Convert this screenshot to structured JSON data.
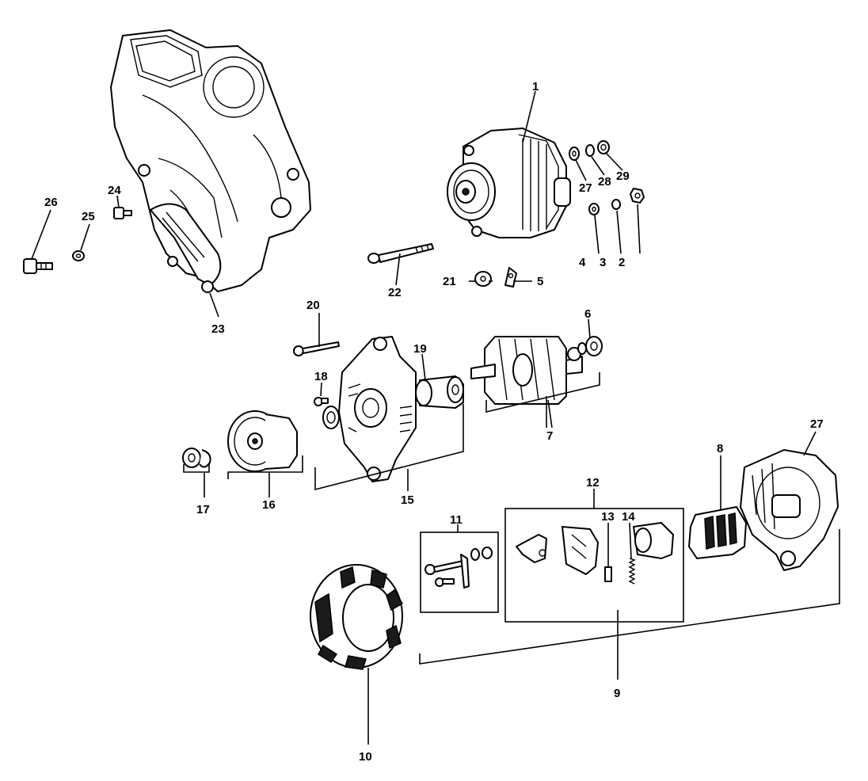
{
  "callouts": {
    "c1": "1",
    "c2": "2",
    "c3": "3",
    "c4": "4",
    "c5": "5",
    "c6": "6",
    "c7": "7",
    "c8": "8",
    "c9": "9",
    "c10": "10",
    "c11": "11",
    "c12": "12",
    "c13": "13",
    "c14": "14",
    "c15": "15",
    "c16": "16",
    "c17": "17",
    "c18": "18",
    "c19": "19",
    "c20": "20",
    "c21": "21",
    "c22": "22",
    "c23": "23",
    "c24": "24",
    "c25": "25",
    "c26": "26",
    "c27a": "27",
    "c27b": "27",
    "c28": "28",
    "c29": "29"
  }
}
